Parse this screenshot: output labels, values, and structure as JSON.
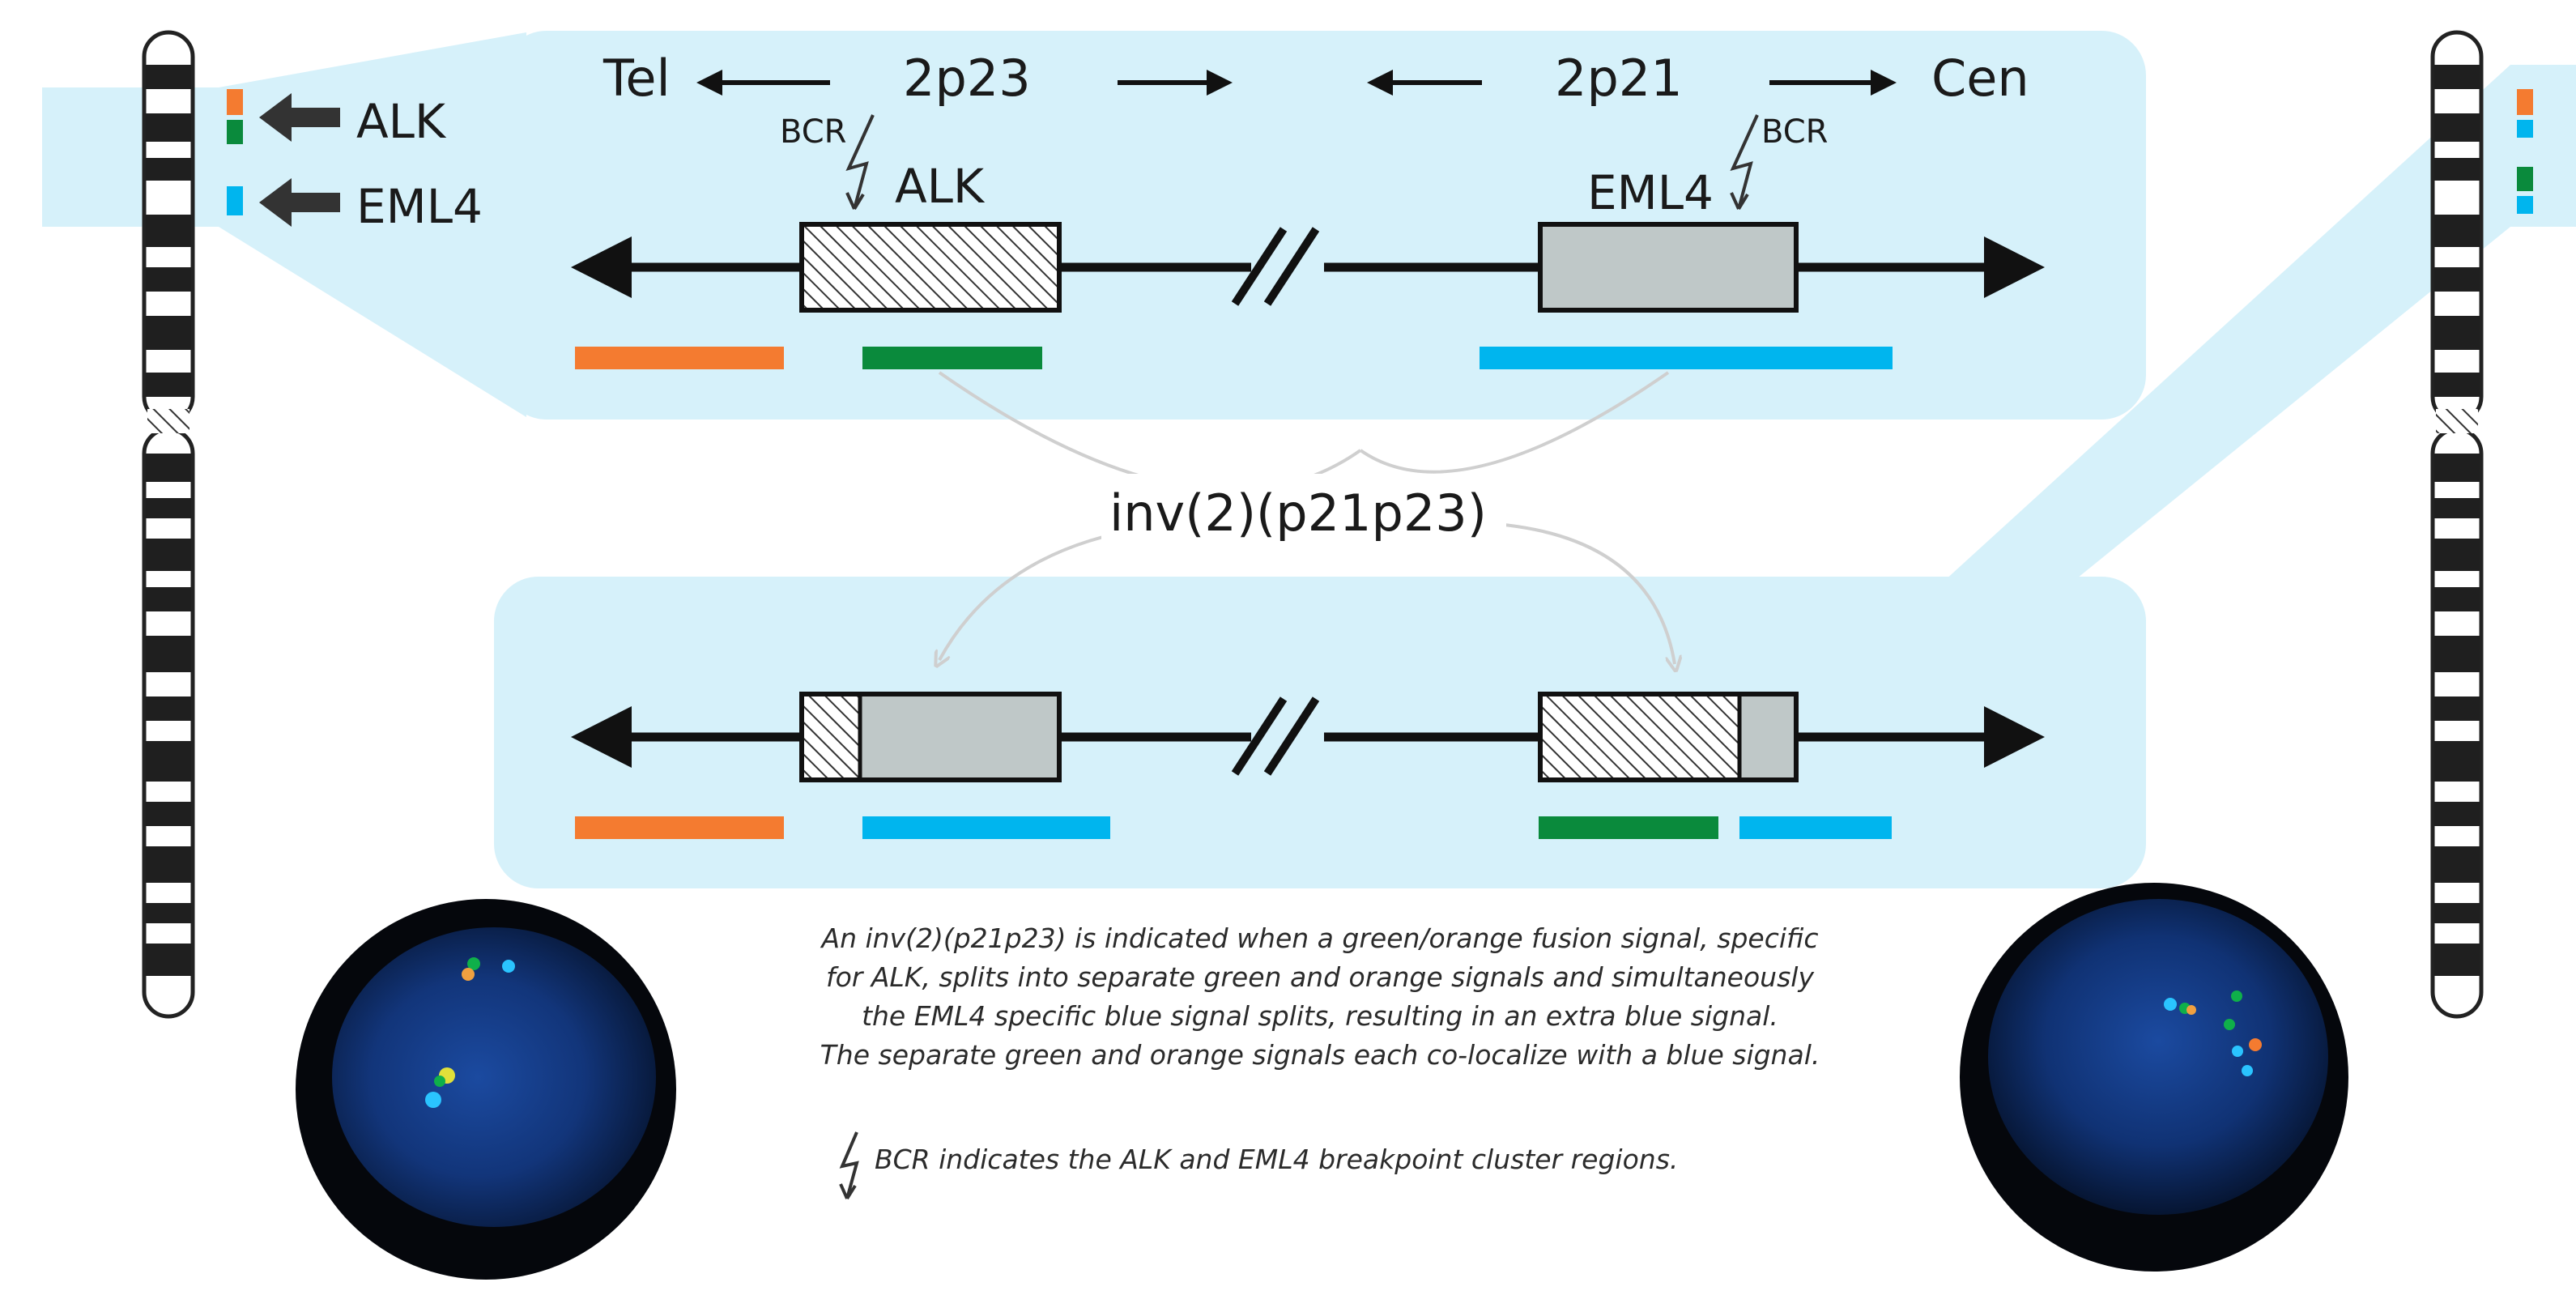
{
  "labels": {
    "tel": "Tel",
    "cen": "Cen",
    "band_2p23": "2p23",
    "band_2p21": "2p21",
    "bcr_left": "BCR",
    "bcr_right": "BCR",
    "gene_alk_top": "ALK",
    "gene_eml4_top": "EML4",
    "chrom_alk": "ALK",
    "chrom_eml4": "EML4",
    "inversion": "inv(2)(p21p23)"
  },
  "caption": {
    "lines": [
      "An inv(2)(p21p23) is indicated when a green/orange fusion signal, specific",
      "for ALK, splits into separate green and orange signals and simultaneously",
      "the EML4 specific blue signal splits, resulting in an extra blue signal.",
      "The separate green and orange signals each co-localize with a blue signal."
    ],
    "bcr_note": "BCR indicates the ALK and EML4 breakpoint cluster regions."
  },
  "colors": {
    "orange": "#f47b30",
    "green": "#0a8a3c",
    "blue": "#00b5ee",
    "panel": "#d6f1fa",
    "gene_gray": "#bfc8c8",
    "nucleus": "#0f2f6e",
    "background_dark": "#05070c"
  },
  "icons": {
    "bcr_marker": "lightning-bolt-icon",
    "arrow": "arrow-left-icon"
  }
}
